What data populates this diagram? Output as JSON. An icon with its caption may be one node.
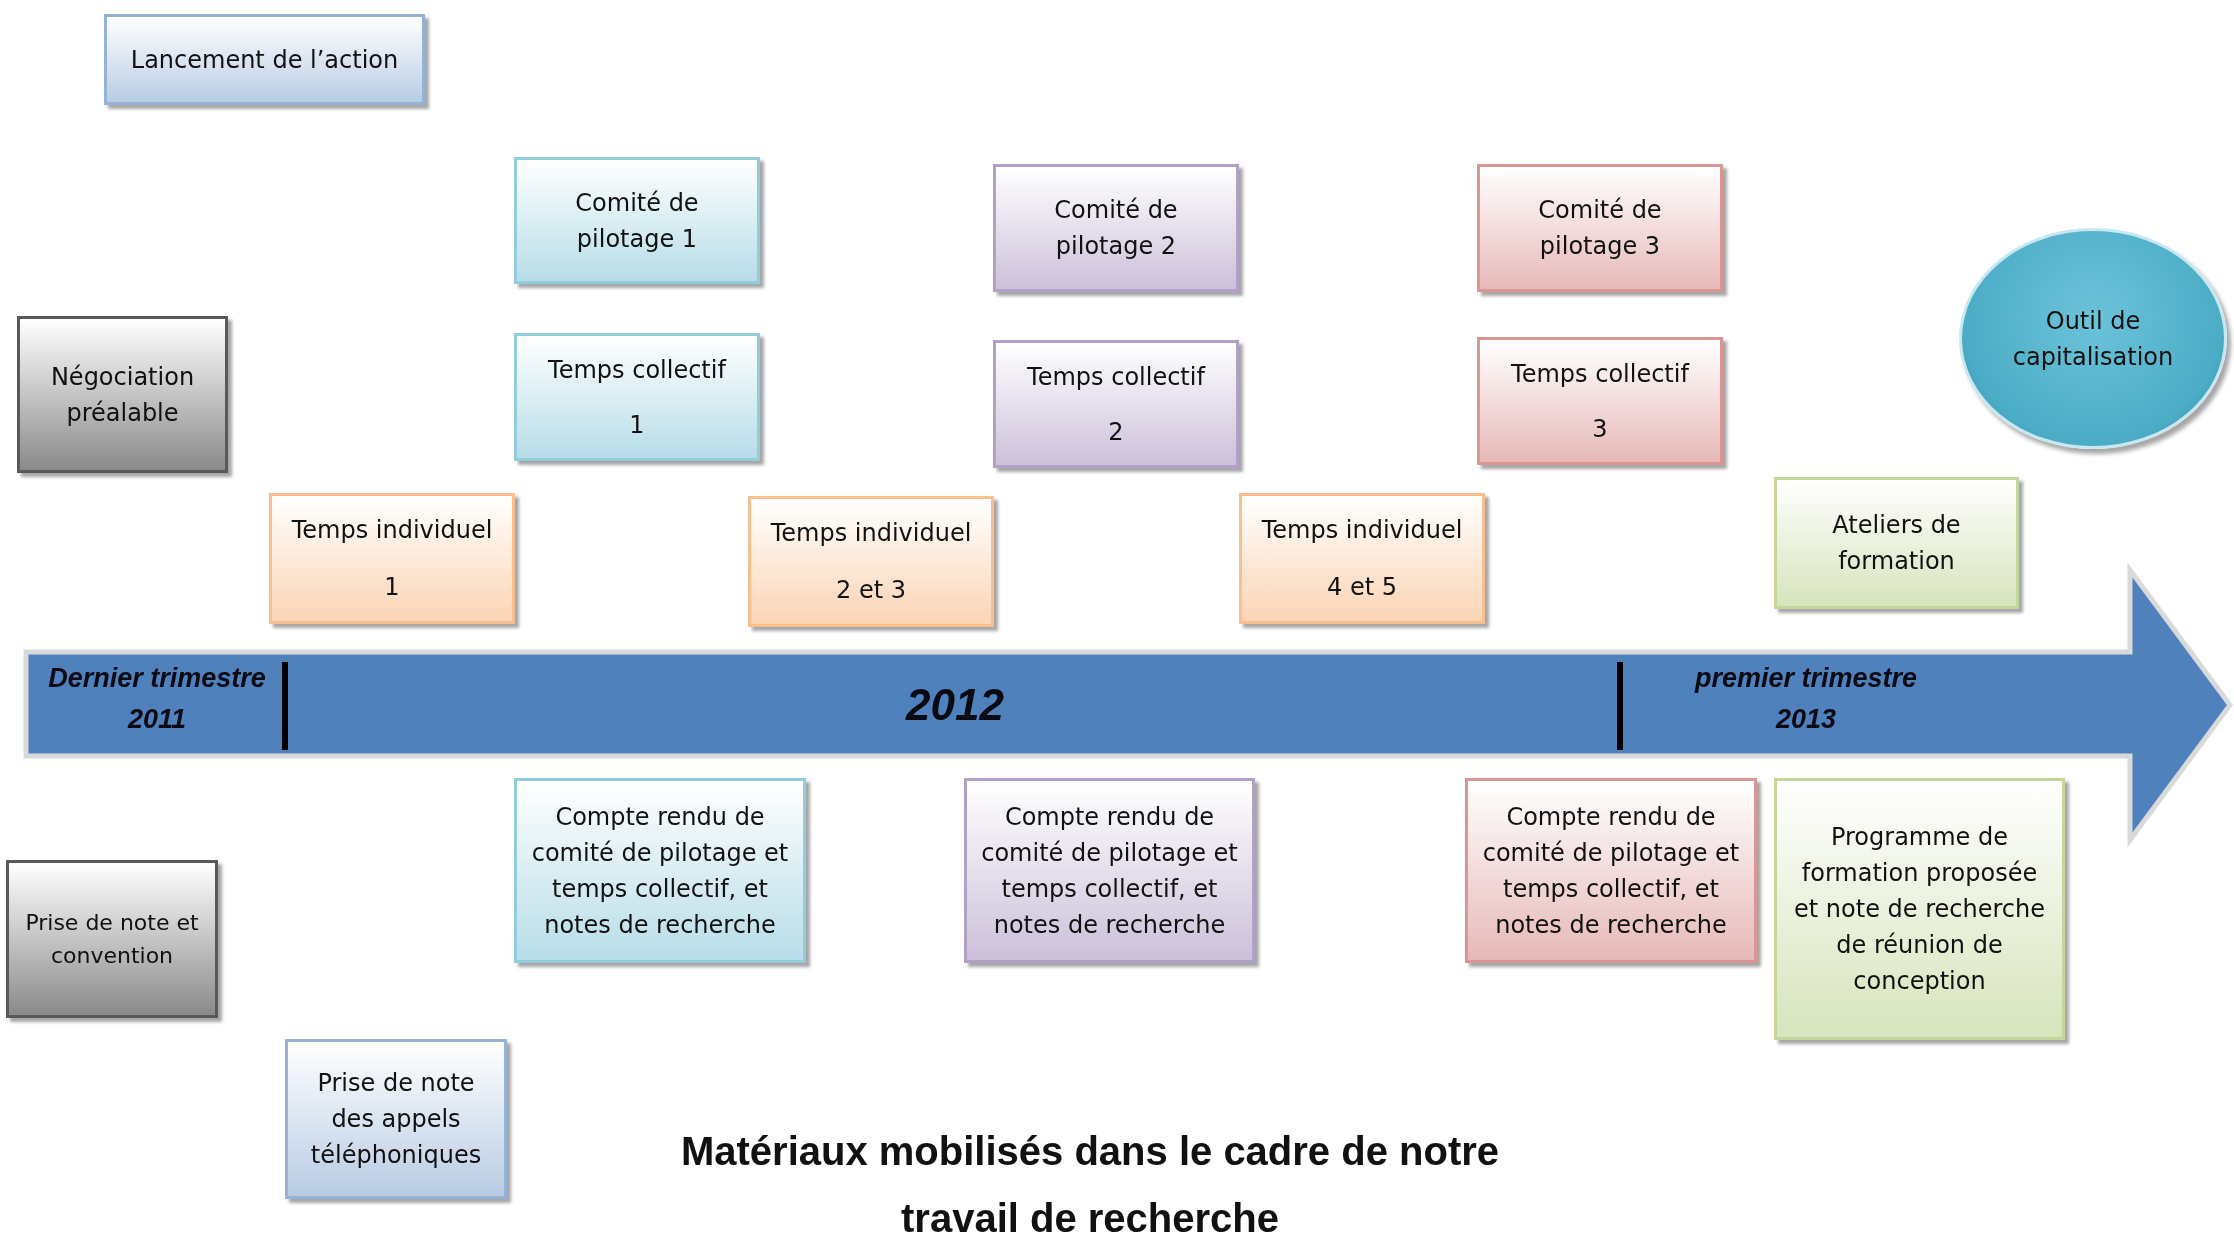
{
  "diagram": {
    "caption": "Matériaux mobilisés dans le cadre de notre travail de recherche",
    "nodes": [
      {
        "text": [
          "Lancement de l’action"
        ]
      },
      {
        "text": [
          "Comité de pilotage 1"
        ]
      },
      {
        "text": [
          "Comité de pilotage 2"
        ]
      },
      {
        "text": [
          "Comité de pilotage 3"
        ]
      },
      {
        "text": [
          "Négociation préalable"
        ]
      },
      {
        "text": [
          "Temps collectif",
          "1"
        ]
      },
      {
        "text": [
          "Temps collectif",
          "2"
        ]
      },
      {
        "text": [
          "Temps collectif",
          "3"
        ]
      },
      {
        "text": [
          "Outil de capitalisation"
        ]
      },
      {
        "text": [
          "Temps individuel",
          "1"
        ]
      },
      {
        "text": [
          "Temps individuel",
          "2 et 3"
        ]
      },
      {
        "text": [
          "Temps individuel",
          "4 et 5"
        ]
      },
      {
        "text": [
          "Ateliers de formation"
        ]
      },
      {
        "text": [
          "Dernier trimestre 2011",
          "2012",
          "premier trimestre 2013"
        ]
      },
      {
        "text": [
          "Compte rendu de comité de pilotage et temps collectif, et notes de recherche"
        ]
      },
      {
        "text": [
          "Compte rendu de comité de pilotage et temps collectif, et notes de recherche"
        ]
      },
      {
        "text": [
          "Compte rendu de comité de pilotage et temps collectif, et notes de recherche"
        ]
      },
      {
        "text": [
          "Programme de formation proposée et note de recherche de réunion de conception"
        ]
      },
      {
        "text": [
          "Prise de note et convention"
        ]
      },
      {
        "text": [
          "Prise de note des appels téléphoniques"
        ]
      }
    ]
  }
}
